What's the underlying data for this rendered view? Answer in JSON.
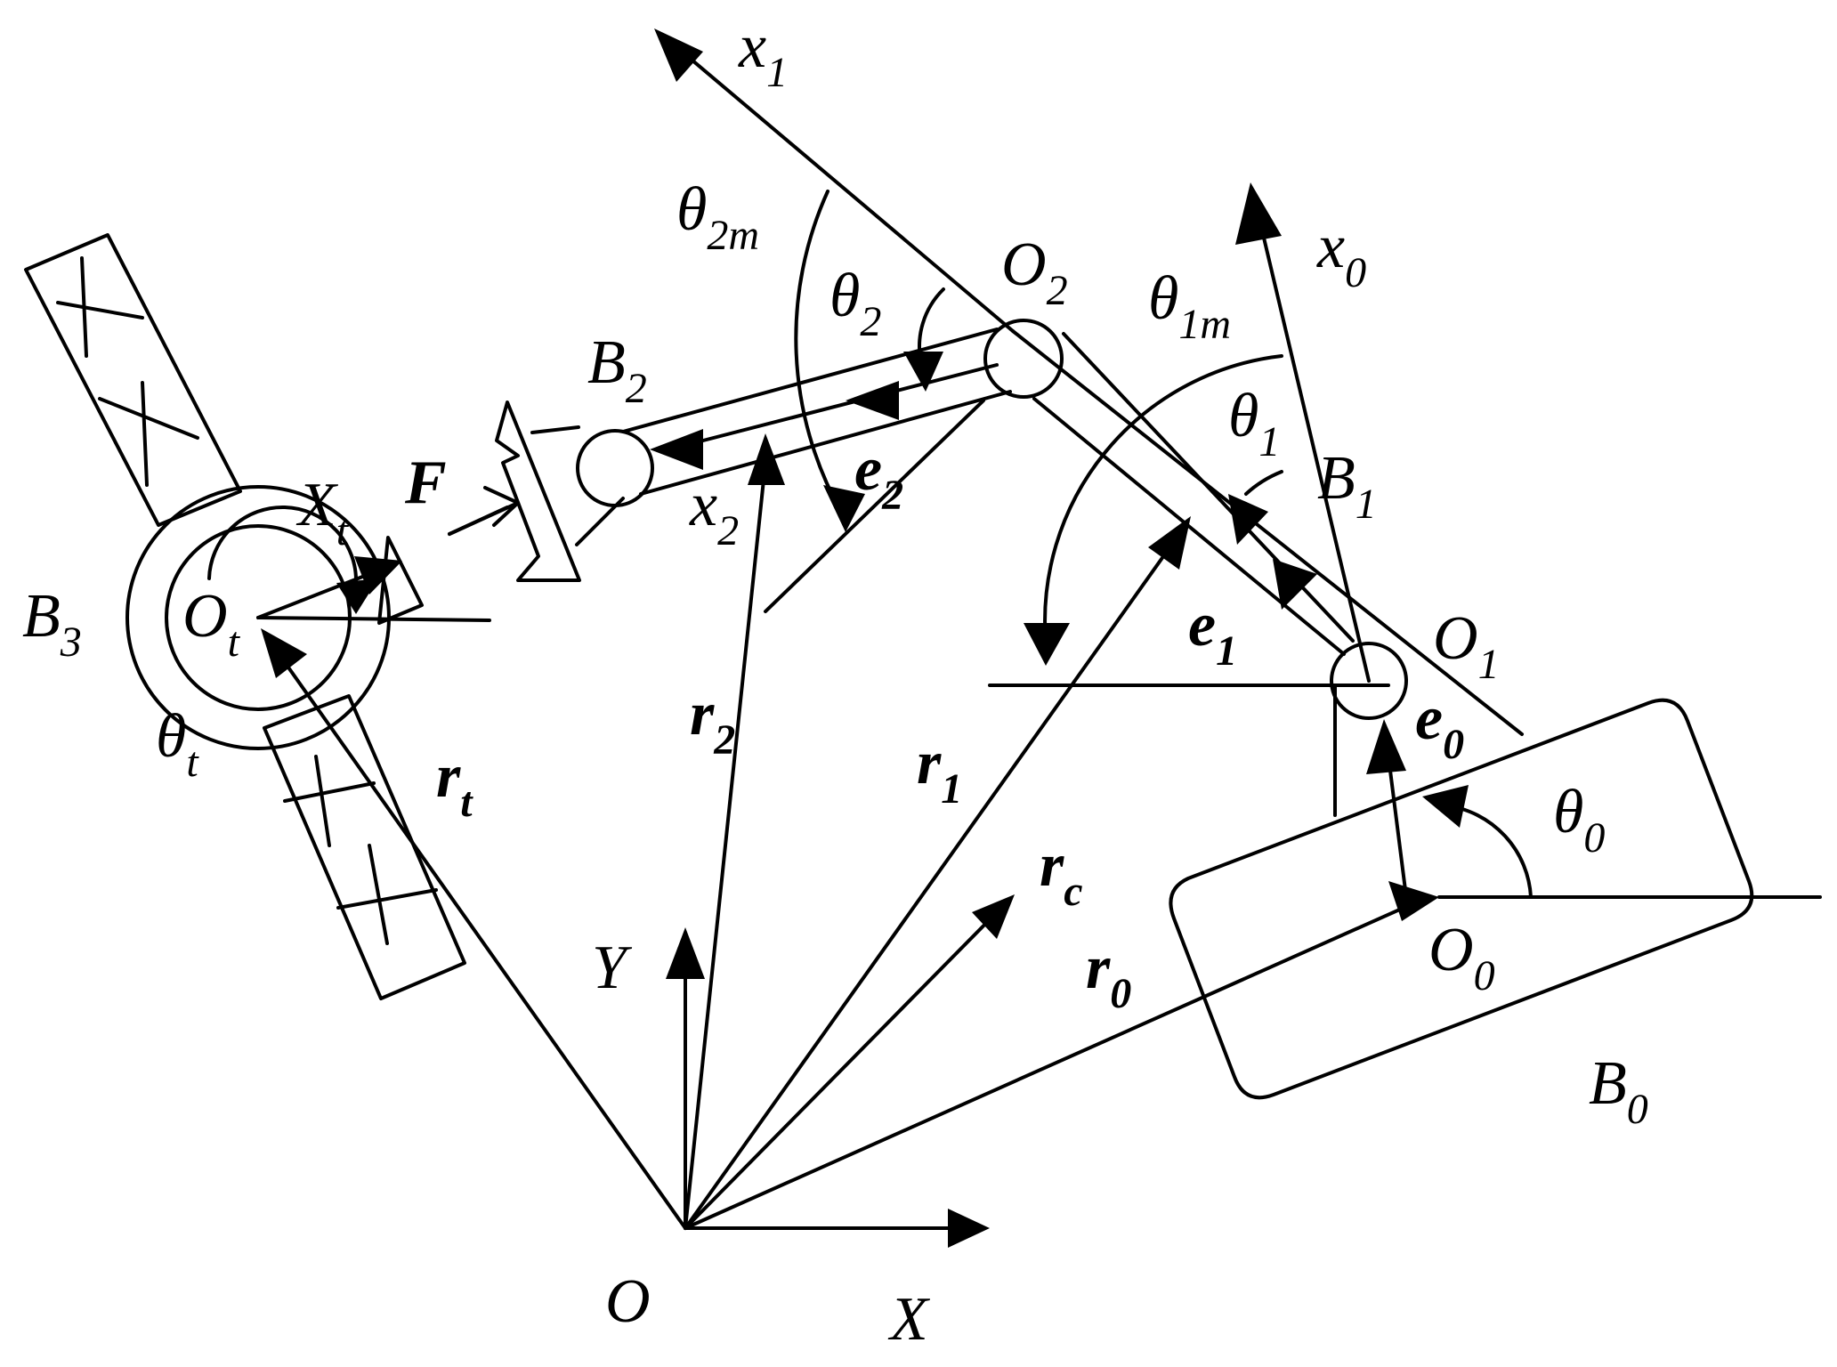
{
  "labels": {
    "x1": {
      "main": "x",
      "sub": "1"
    },
    "x0": {
      "main": "x",
      "sub": "0"
    },
    "x2": {
      "main": "x",
      "sub": "2"
    },
    "theta_2m": {
      "main": "θ",
      "sub": "2m"
    },
    "theta_2": {
      "main": "θ",
      "sub": "2"
    },
    "theta_1m": {
      "main": "θ",
      "sub": "1m"
    },
    "theta_1": {
      "main": "θ",
      "sub": "1"
    },
    "theta_0": {
      "main": "θ",
      "sub": "0"
    },
    "theta_t": {
      "main": "θ",
      "sub": "t"
    },
    "O2": {
      "main": "O",
      "sub": "2"
    },
    "O1": {
      "main": "O",
      "sub": "1"
    },
    "O0": {
      "main": "O",
      "sub": "0"
    },
    "Ot": {
      "main": "O",
      "sub": "t"
    },
    "O": {
      "main": "O"
    },
    "B2": {
      "main": "B",
      "sub": "2"
    },
    "B1": {
      "main": "B",
      "sub": "1"
    },
    "B0": {
      "main": "B",
      "sub": "0"
    },
    "B3": {
      "main": "B",
      "sub": "3"
    },
    "Xt": {
      "main": "X",
      "sub": "t"
    },
    "F": {
      "main": "F"
    },
    "e2": {
      "main": "e",
      "sub": "2"
    },
    "e1": {
      "main": "e",
      "sub": "1"
    },
    "e0": {
      "main": "e",
      "sub": "0"
    },
    "r2": {
      "main": "r",
      "sub": "2"
    },
    "r1": {
      "main": "r",
      "sub": "1"
    },
    "rt": {
      "main": "r",
      "sub": "t"
    },
    "rc": {
      "main": "r",
      "sub": "c"
    },
    "r0": {
      "main": "r",
      "sub": "0"
    },
    "Y": {
      "main": "Y"
    },
    "X": {
      "main": "X"
    }
  }
}
